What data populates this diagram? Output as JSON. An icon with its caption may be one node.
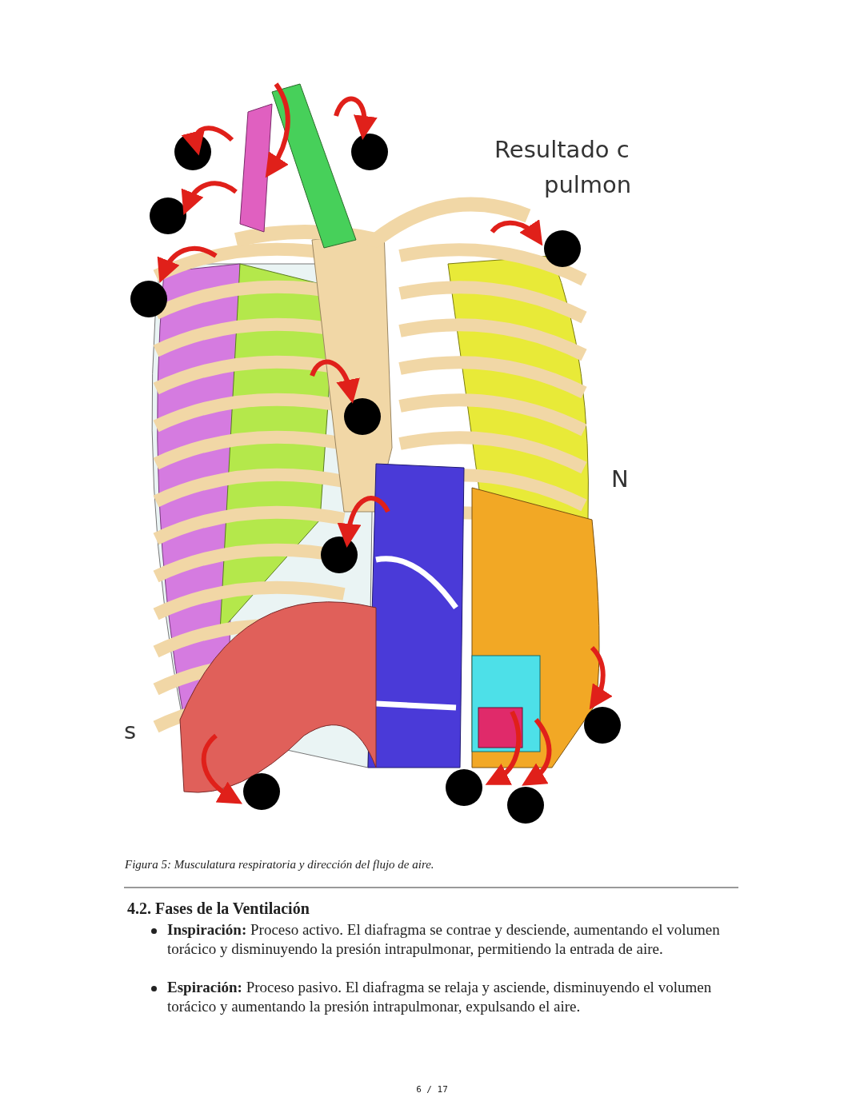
{
  "diagram": {
    "caption": "Figura 5: Musculatura respiratoria y dirección del flujo de aire.",
    "labels": [
      "Resultado c",
      "pulmon",
      "N",
      "s",
      "4.2. Fases de la Ventilación",
      "**Inspiración:** Proceso activo. El diafragma se contrae y desciende, aumentando el volumen torácico y disminuyendo la presión intrapulmonar, permitiendo la entrada de aire.",
      "**Espiración:** Proceso pasivo. El diafragma se relaja y asciende, disminuyendo el volumen torácico y aumentando la presión intrapulmonar, expulsando el aire.",
      "6 / 17"
    ]
  }
}
